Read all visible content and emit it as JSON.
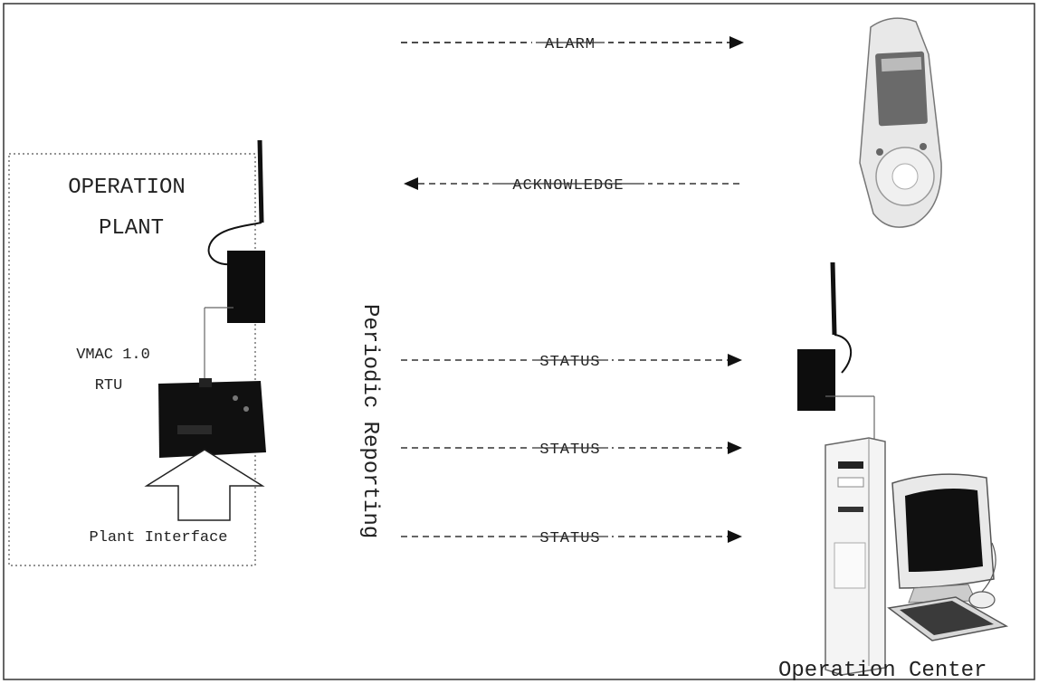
{
  "plant": {
    "title_line1": "OPERATION",
    "title_line2": "PLANT",
    "rtu_line1": "VMAC 1.0",
    "rtu_line2": "RTU",
    "interface": "Plant Interface"
  },
  "messages": [
    {
      "label": "ALARM",
      "direction": "right"
    },
    {
      "label": "ACKNOWLEDGE",
      "direction": "left"
    },
    {
      "label": "STATUS",
      "direction": "right"
    },
    {
      "label": "STATUS",
      "direction": "right"
    },
    {
      "label": "STATUS",
      "direction": "right"
    }
  ],
  "periodic_label": "Periodic Reporting",
  "center_label": "Operation Center",
  "icons": [
    "pda-device-icon",
    "radio-modem-icon",
    "rtu-board-icon",
    "antenna-icon",
    "desktop-computer-icon",
    "keyboard-icon",
    "monitor-icon",
    "mouse-icon",
    "up-arrow-icon"
  ]
}
